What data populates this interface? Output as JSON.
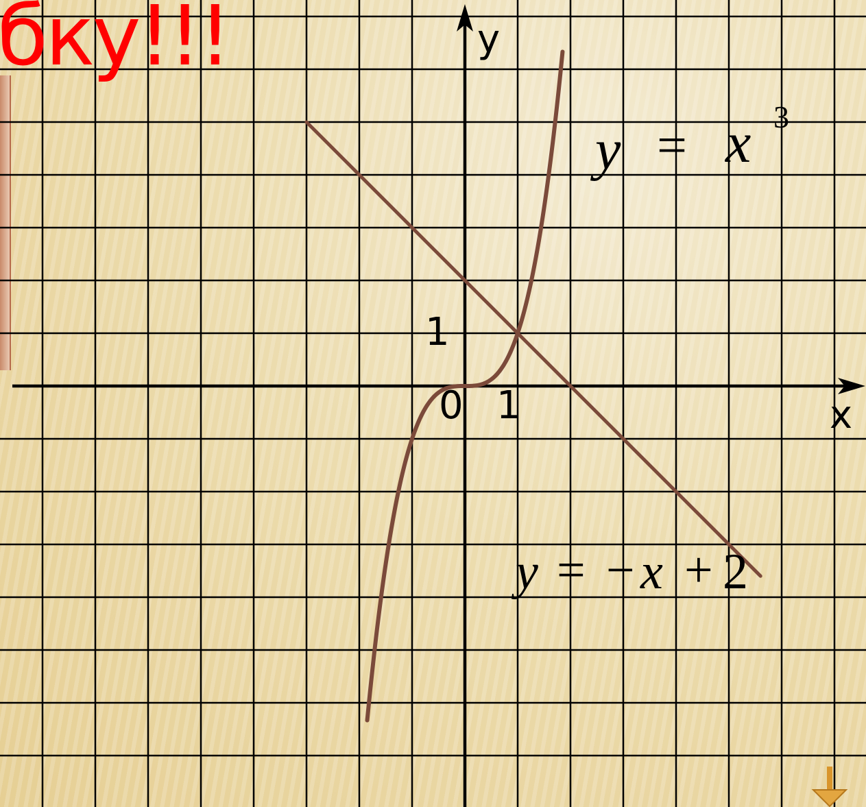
{
  "banner": {
    "text": "бку!!!"
  },
  "colors": {
    "grid": "#000000",
    "curve": "#7b4a3a",
    "banner": "#ff0000",
    "arrow": "#d9952b"
  },
  "chart_data": {
    "type": "line",
    "title": "",
    "xlabel": "x",
    "ylabel": "y",
    "xlim": [
      -8,
      7
    ],
    "ylim": [
      -8,
      7
    ],
    "grid": true,
    "tick_labels": {
      "origin": "0",
      "x_unit": "1",
      "y_unit": "1"
    },
    "series": [
      {
        "name": "y = x³",
        "label_parts": {
          "lhs": "y",
          "eq": "=",
          "rhs": "x",
          "sup": "3"
        },
        "function": "cube",
        "domain": [
          -1.85,
          1.85
        ]
      },
      {
        "name": "y = −x + 2",
        "label_parts": {
          "lhs": "y",
          "eq": "=",
          "minus": "−",
          "rhs": "x",
          "plus": "+",
          "const": "2"
        },
        "function": "linear",
        "slope": -1,
        "intercept": 2,
        "domain": [
          -3,
          5.6
        ]
      }
    ],
    "intersection": {
      "x": 1,
      "y": 1
    }
  },
  "icons": {
    "nav": "down-arrow-icon"
  }
}
